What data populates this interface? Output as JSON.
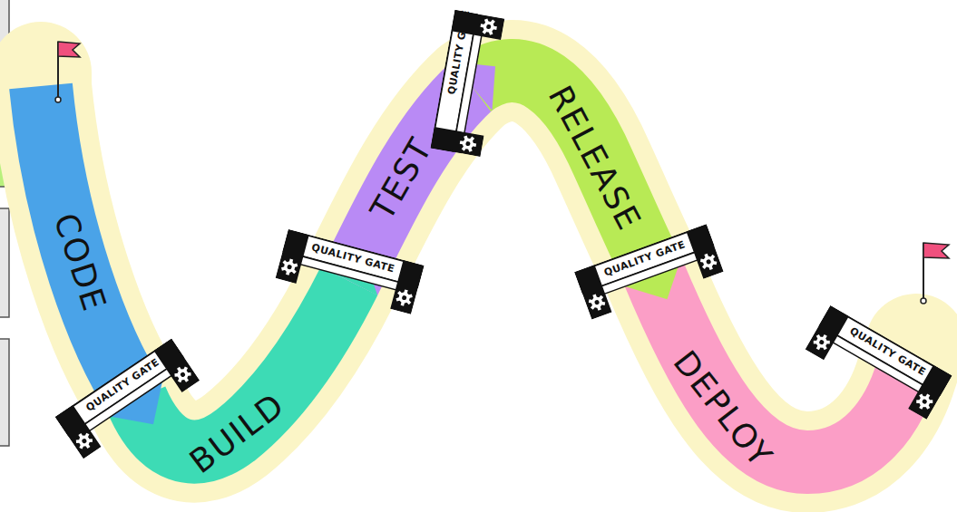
{
  "diagram": {
    "nodes": [
      {
        "text": [
          "CODE"
        ]
      },
      {
        "text": [
          "QUALITY GATE"
        ]
      },
      {
        "text": [
          "BUILD"
        ]
      },
      {
        "text": [
          "QUALITY GATE"
        ]
      },
      {
        "text": [
          "TEST"
        ]
      },
      {
        "text": [
          "QUALITY GATE"
        ]
      },
      {
        "text": [
          "RELEASE"
        ]
      },
      {
        "text": [
          "QUALITY GATE"
        ]
      },
      {
        "text": [
          "DEPLOY"
        ]
      },
      {
        "text": [
          "QUALITY GATE"
        ]
      }
    ]
  }
}
